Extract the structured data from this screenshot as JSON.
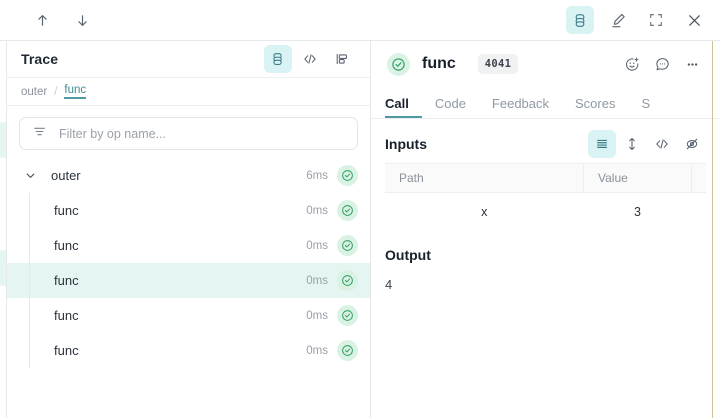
{
  "toolbar": {
    "nav_up_icon": "arrow-up-icon",
    "nav_down_icon": "arrow-down-icon",
    "trace_view_icon": "layers-icon",
    "annotate_icon": "highlighter-pen-icon",
    "fullscreen_icon": "expand-icon",
    "close_icon": "close-icon"
  },
  "trace": {
    "title": "Trace",
    "view_icons": [
      "layers-icon",
      "code-icon",
      "flamegraph-icon"
    ],
    "breadcrumb": [
      {
        "label": "outer",
        "current": false
      },
      {
        "label": "func",
        "current": true
      }
    ],
    "breadcrumb_separator": "/",
    "filter": {
      "placeholder": "Filter by op name...",
      "value": "",
      "icon": "filter-icon"
    },
    "rows": [
      {
        "label": "outer",
        "duration": "6ms",
        "depth": 0,
        "expanded": true,
        "selected": false,
        "status": "success"
      },
      {
        "label": "func",
        "duration": "0ms",
        "depth": 1,
        "expanded": false,
        "selected": false,
        "status": "success"
      },
      {
        "label": "func",
        "duration": "0ms",
        "depth": 1,
        "expanded": false,
        "selected": false,
        "status": "success"
      },
      {
        "label": "func",
        "duration": "0ms",
        "depth": 1,
        "expanded": false,
        "selected": true,
        "status": "success"
      },
      {
        "label": "func",
        "duration": "0ms",
        "depth": 1,
        "expanded": false,
        "selected": false,
        "status": "success"
      },
      {
        "label": "func",
        "duration": "0ms",
        "depth": 1,
        "expanded": false,
        "selected": false,
        "status": "success"
      }
    ]
  },
  "detail": {
    "status": "success",
    "name": "func",
    "badge": "4041",
    "header_icons": [
      "add-reaction-icon",
      "comment-icon",
      "more-options-icon"
    ],
    "tabs": [
      {
        "label": "Call",
        "active": true
      },
      {
        "label": "Code",
        "active": false
      },
      {
        "label": "Feedback",
        "active": false
      },
      {
        "label": "Scores",
        "active": false
      },
      {
        "label": "S",
        "active": false
      }
    ],
    "inputs": {
      "title": "Inputs",
      "icons": [
        "list-view-icon",
        "expand-rows-icon",
        "code-icon",
        "hide-icon"
      ],
      "columns": [
        "Path",
        "Value"
      ],
      "rows": [
        {
          "path": "x",
          "value": "3"
        }
      ]
    },
    "output": {
      "title": "Output",
      "value": "4"
    }
  },
  "colors": {
    "accent_teal": "#4e9aa3",
    "accent_teal_bg": "#d9f2f4",
    "selected_row_bg": "#e4f5f2",
    "status_green_bg": "#d9f2e3",
    "status_green": "#2e9e63",
    "border": "#e6e8eb",
    "muted_text": "#9aa1aa"
  }
}
